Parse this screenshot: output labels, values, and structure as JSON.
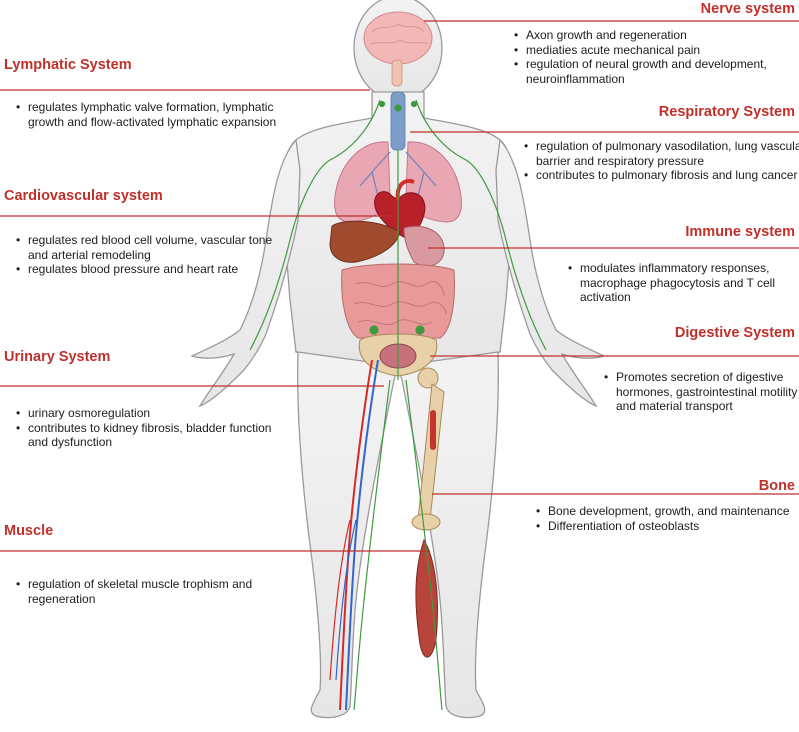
{
  "colors": {
    "title_red": "#c0302b",
    "leader_line": "#c0302b",
    "body_outline": "#9a9a9a",
    "body_fill": "#eeeeee",
    "brain": "#f2b7b7",
    "lungs": "#e9a6b3",
    "heart": "#b8202a",
    "liver": "#a04a2e",
    "intestine": "#e89a9a",
    "bone": "#e8d1a8",
    "muscle": "#b8443c",
    "artery": "#d42a2a",
    "vein": "#3366cc",
    "lymph": "#3f9a3f",
    "trachea": "#7d9ec9"
  },
  "systems": {
    "nerve": {
      "title": "Nerve system",
      "points": [
        "Axon growth and regeneration",
        "mediaties acute mechanical pain",
        "regulation of neural growth and development, neuroinflammation"
      ]
    },
    "lymphatic": {
      "title": "Lymphatic System",
      "points": [
        "regulates lymphatic valve formation, lymphatic growth and  flow-activated lymphatic expansion"
      ]
    },
    "respiratory": {
      "title": "Respiratory System",
      "points": [
        "regulation of pulmonary vasodilation, lung vascular barrier and respiratory pressure",
        "contributes to pulmonary fibrosis and lung cancer"
      ]
    },
    "cardiovascular": {
      "title": "Cardiovascular system",
      "points": [
        "regulates red blood cell volume, vascular tone and arterial remodeling",
        "regulates  blood pressure and heart rate"
      ]
    },
    "immune": {
      "title": "Immune system",
      "points": [
        "modulates inflammatory responses, macrophage phagocytosis and T cell activation"
      ]
    },
    "urinary": {
      "title": "Urinary System",
      "points": [
        "urinary osmoregulation",
        "contributes to kidney fibrosis, bladder function and dysfunction"
      ]
    },
    "digestive": {
      "title": "Digestive System",
      "points": [
        "Promotes secretion of digestive hormones,  gastrointestinal motility and material transport"
      ]
    },
    "bone": {
      "title": "Bone",
      "points": [
        "Bone development, growth, and maintenance",
        "Differentiation of osteoblasts"
      ]
    },
    "muscle": {
      "title": "Muscle",
      "points": [
        "regulation of skeletal muscle trophism and regeneration"
      ]
    }
  }
}
